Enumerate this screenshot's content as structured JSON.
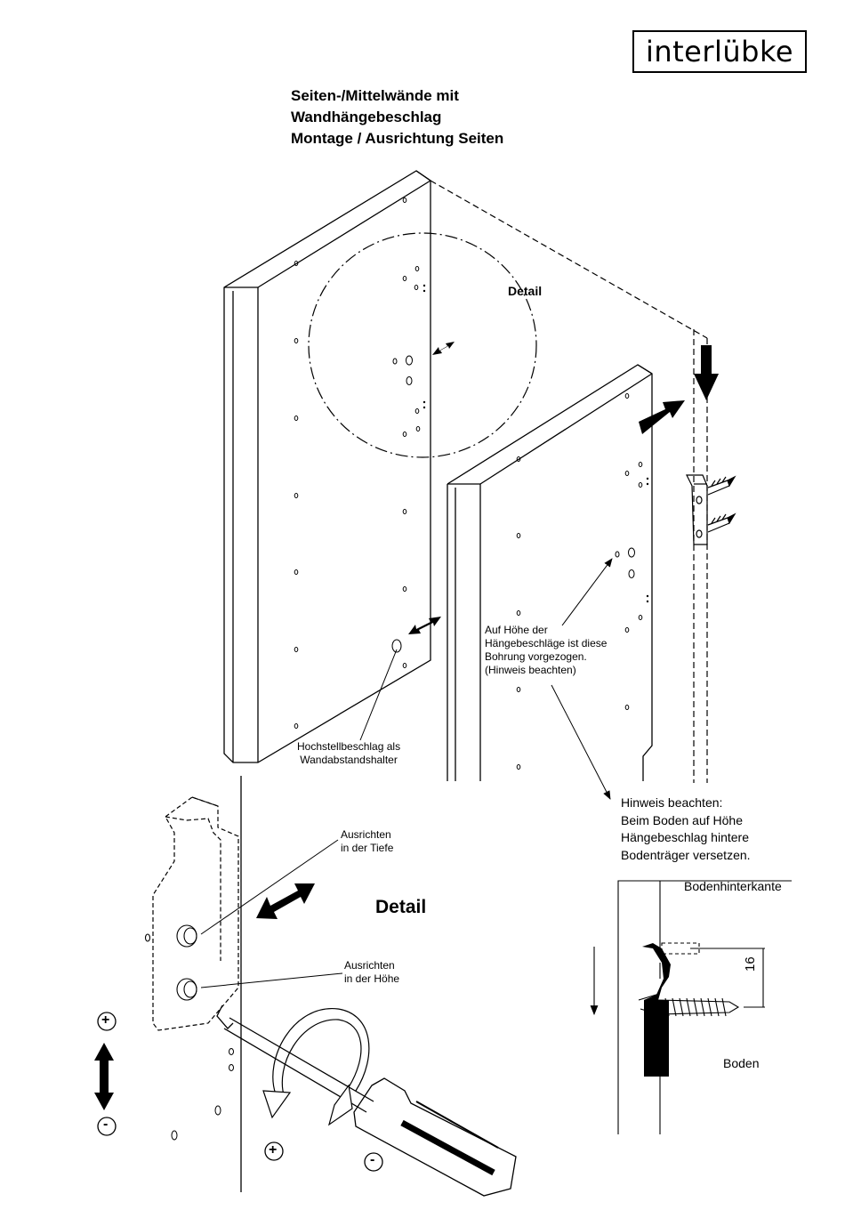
{
  "brand": "interlübke",
  "title": {
    "line1": "Seiten-/Mittelwände mit",
    "line2": "Wandhängebeschlag",
    "line3": "Montage / Ausrichtung Seiten"
  },
  "labels": {
    "detail_top": "Detail",
    "detail_main": "Detail",
    "hochstell_1": "Hochstellbeschlag als",
    "hochstell_2": "Wandabstandshalter",
    "auf_hoehe_1": "Auf Höhe der",
    "auf_hoehe_2": "Hängebeschläge ist diese",
    "auf_hoehe_3": "Bohrung vorgezogen.",
    "auf_hoehe_4": "(Hinweis beachten)",
    "hinweis_1": "Hinweis beachten:",
    "hinweis_2": "Beim Boden auf Höhe",
    "hinweis_3": "Hängebeschlag hintere",
    "hinweis_4": "Bodenträger versetzen.",
    "ausrichten_tiefe_1": "Ausrichten",
    "ausrichten_tiefe_2": "in der Tiefe",
    "ausrichten_hoehe_1": "Ausrichten",
    "ausrichten_hoehe_2": "in der Höhe",
    "bodenhinterkante": "Bodenhinterkante",
    "boden": "Boden",
    "dim_16": "16",
    "plus": "+",
    "minus": "-"
  }
}
